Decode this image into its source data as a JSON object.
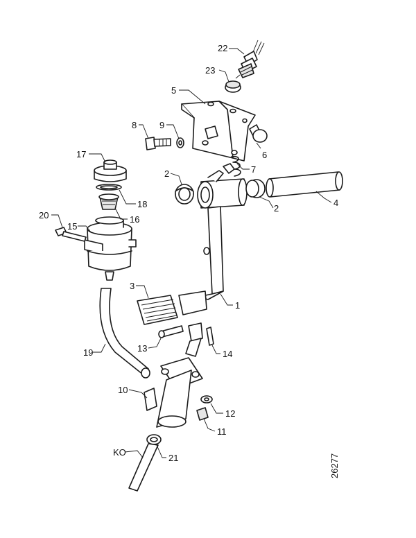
{
  "diagram": {
    "drawing_number": "26277",
    "callouts": [
      {
        "id": "c22",
        "label": "22"
      },
      {
        "id": "c23",
        "label": "23"
      },
      {
        "id": "c5",
        "label": "5"
      },
      {
        "id": "c8",
        "label": "8"
      },
      {
        "id": "c9",
        "label": "9"
      },
      {
        "id": "c6",
        "label": "6"
      },
      {
        "id": "c17",
        "label": "17"
      },
      {
        "id": "c7",
        "label": "7"
      },
      {
        "id": "c2a",
        "label": "2"
      },
      {
        "id": "c18",
        "label": "18"
      },
      {
        "id": "c2b",
        "label": "2"
      },
      {
        "id": "c4",
        "label": "4"
      },
      {
        "id": "c20",
        "label": "20"
      },
      {
        "id": "c15",
        "label": "15"
      },
      {
        "id": "c16",
        "label": "16"
      },
      {
        "id": "c3",
        "label": "3"
      },
      {
        "id": "c1",
        "label": "1"
      },
      {
        "id": "c13",
        "label": "13"
      },
      {
        "id": "c14",
        "label": "14"
      },
      {
        "id": "c19",
        "label": "19"
      },
      {
        "id": "c10",
        "label": "10"
      },
      {
        "id": "c12",
        "label": "12"
      },
      {
        "id": "c11",
        "label": "11"
      },
      {
        "id": "cKO",
        "label": "KO"
      },
      {
        "id": "c21",
        "label": "21"
      }
    ]
  }
}
